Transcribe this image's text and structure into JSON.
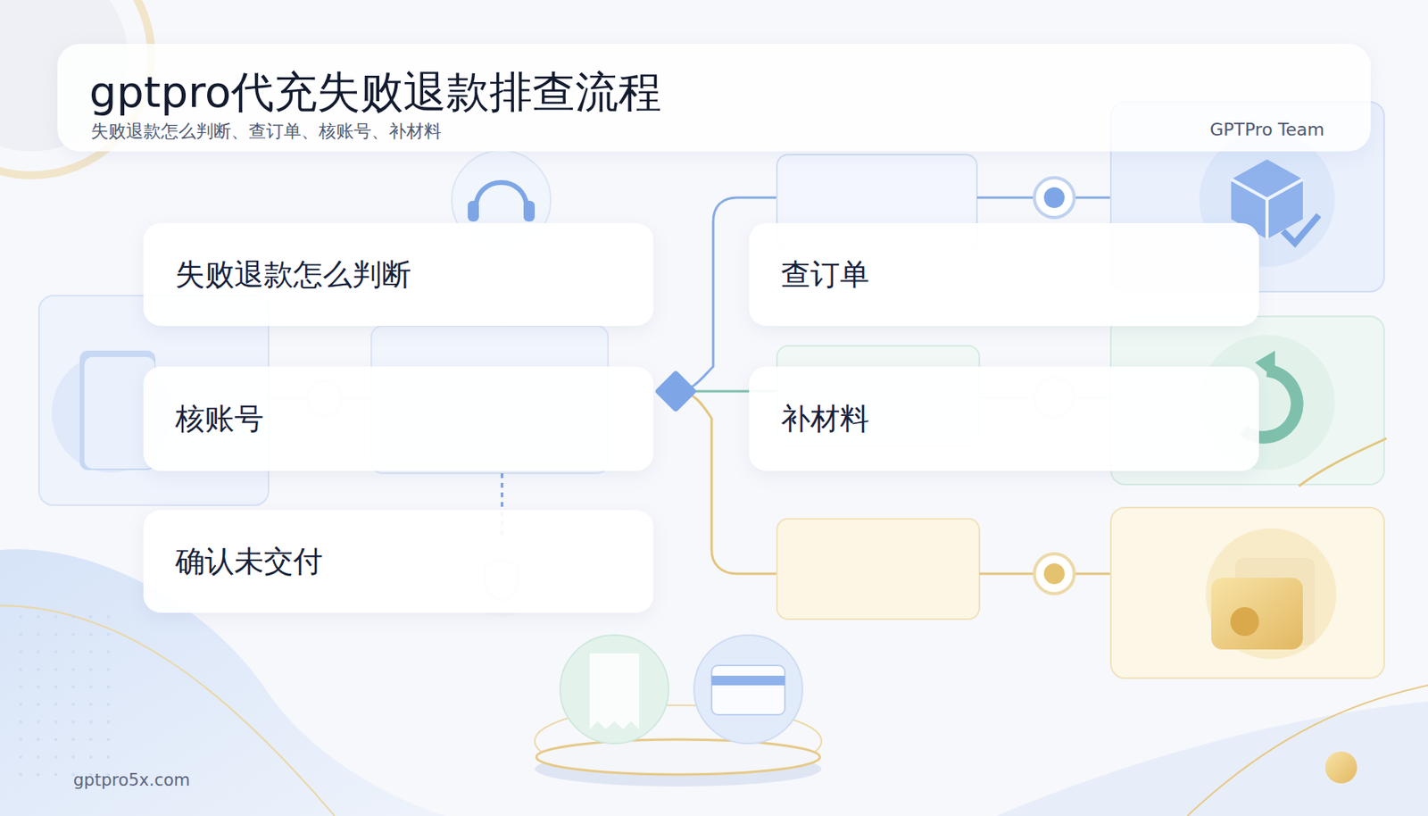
{
  "diagram": {
    "title": "gptpro代充失败退款排查流程",
    "nodes": [
      {
        "text": [
          "失败退款怎么判断"
        ]
      },
      {
        "text": [
          "查订单"
        ]
      },
      {
        "text": [
          "核账号"
        ]
      },
      {
        "text": [
          "补材料"
        ]
      },
      {
        "text": [
          "确认未交付"
        ]
      }
    ],
    "labels": [
      "失败退款怎么判断、查订单、核账号、补材料",
      "GPTPro Team",
      "gptpro5x.com"
    ]
  }
}
